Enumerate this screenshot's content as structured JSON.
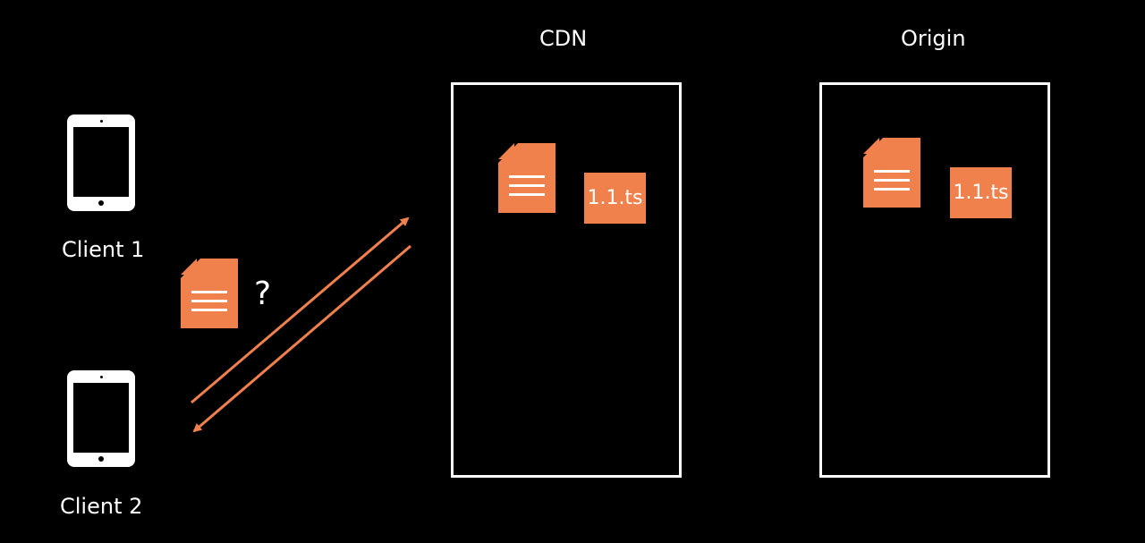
{
  "colors": {
    "background": "#000000",
    "accent": "#f0804c",
    "foreground": "#ffffff"
  },
  "clients": [
    {
      "label": "Client 1",
      "icon": "tablet-icon"
    },
    {
      "label": "Client 2",
      "icon": "tablet-icon"
    }
  ],
  "request": {
    "question_mark": "?",
    "icon": "playlist-document-icon"
  },
  "cdn": {
    "title": "CDN",
    "file_icon": "playlist-document-icon",
    "segment_label": "1.1.ts"
  },
  "origin": {
    "title": "Origin",
    "file_icon": "playlist-document-icon",
    "segment_label": "1.1.ts"
  }
}
